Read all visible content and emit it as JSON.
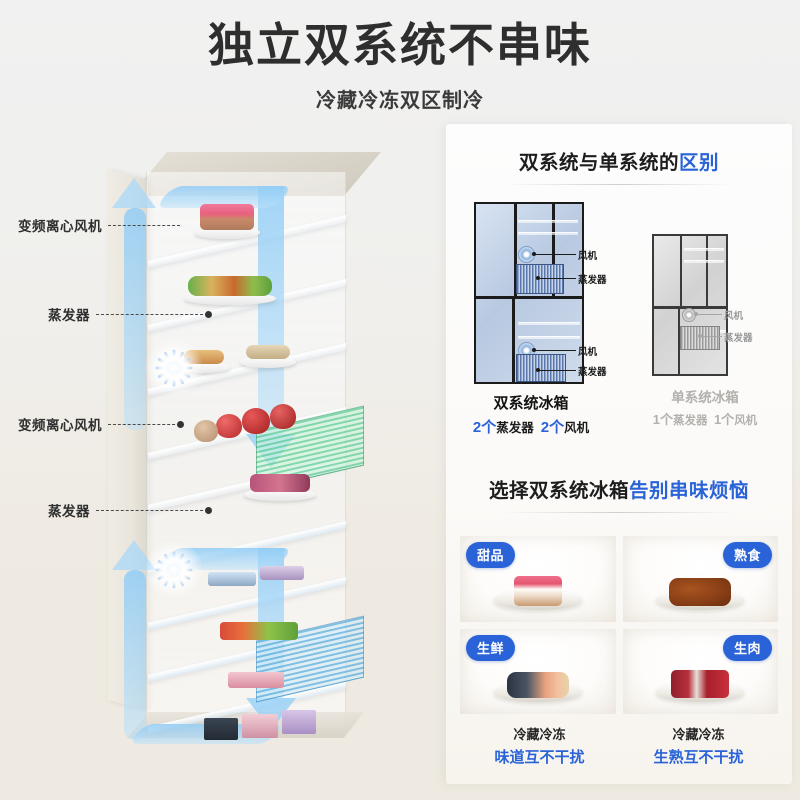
{
  "header": {
    "title": "独立双系统不串味",
    "subtitle": "冷藏冷冻双区制冷"
  },
  "product": {
    "callouts": [
      {
        "id": "fan-1",
        "label": "变频离心风机",
        "icon": "fan-icon"
      },
      {
        "id": "evap-1",
        "label": "蒸发器",
        "icon": "evaporator-icon"
      },
      {
        "id": "fan-2",
        "label": "变频离心风机",
        "icon": "fan-icon"
      },
      {
        "id": "evap-2",
        "label": "蒸发器",
        "icon": "evaporator-icon"
      }
    ]
  },
  "panel": {
    "section1": {
      "title_plain": "双系统与单系统的",
      "title_highlight": "区别",
      "dual": {
        "name": "双系统冰箱",
        "spec_count_1": "2",
        "spec_unit_1": "个",
        "spec_name_1": "蒸发器",
        "spec_count_2": "2",
        "spec_unit_2": "个",
        "spec_name_2": "风机",
        "inner_labels": [
          "风机",
          "蒸发器",
          "风机",
          "蒸发器"
        ]
      },
      "single": {
        "name": "单系统冰箱",
        "spec_count_1": "1",
        "spec_unit_1": "个",
        "spec_name_1": "蒸发器",
        "spec_count_2": "1",
        "spec_unit_2": "个",
        "spec_name_2": "风机",
        "inner_labels": [
          "风机",
          "蒸发器"
        ]
      }
    },
    "section2": {
      "title_plain": "选择双系统冰箱",
      "title_highlight": "告别串味烦恼",
      "cells": [
        {
          "badge": "甜品",
          "side": "left",
          "food": "strawberry-cake"
        },
        {
          "badge": "熟食",
          "side": "right",
          "food": "braised-meat"
        },
        {
          "badge": "生鲜",
          "side": "left",
          "food": "seafood"
        },
        {
          "badge": "生肉",
          "side": "right",
          "food": "raw-beef"
        }
      ],
      "captions": [
        {
          "top": "冷藏冷冻",
          "bottom": "味道互不干扰"
        },
        {
          "top": "冷藏冷冻",
          "bottom": "生熟互不干扰"
        }
      ]
    }
  },
  "colors": {
    "accent_blue": "#2a63d8",
    "title_dark": "#2e2e2e",
    "muted_gray": "#b3b1ad",
    "airflow_blue": "#92cdf6",
    "evap_fresh_green": "#68cf9a",
    "evap_freezer_blue": "#60afdc",
    "bg_top": "#f1f1f1",
    "bg_bottom": "#eeeae1"
  }
}
